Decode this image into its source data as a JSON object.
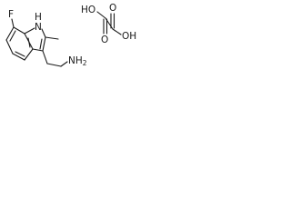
{
  "molecule": {
    "indole": {
      "fluoro_label": "F",
      "nh_label": "H",
      "n_label": "N",
      "amine_label": "NH",
      "amine_subscript": "2"
    },
    "oxalic_acid": {
      "oh_top_left": "HO",
      "oh_bottom_right": "OH",
      "o_top_right": "O",
      "o_bottom_left": "O"
    }
  }
}
